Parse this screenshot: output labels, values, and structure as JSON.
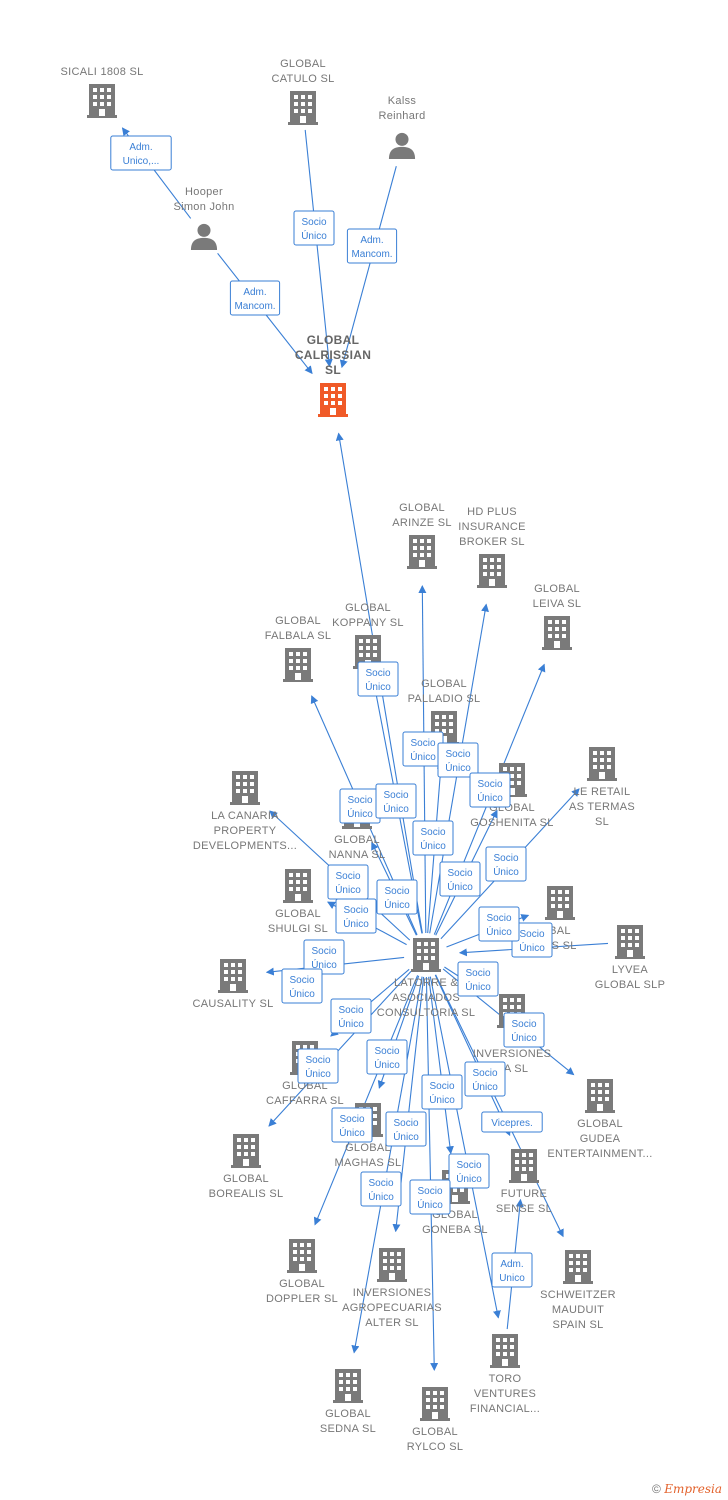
{
  "colors": {
    "edge": "#3a7fd5",
    "building": "#7a7a7a",
    "focus_building": "#f05a28",
    "label": "#777777"
  },
  "nodes": [
    {
      "id": "sicali",
      "type": "company",
      "lines": [
        "SICALI 1808 SL"
      ]
    },
    {
      "id": "catulo",
      "type": "company",
      "lines": [
        "GLOBAL",
        "CATULO  SL"
      ]
    },
    {
      "id": "kalss",
      "type": "person",
      "lines": [
        "Kalss",
        "Reinhard"
      ]
    },
    {
      "id": "hooper",
      "type": "person",
      "lines": [
        "Hooper",
        "Simon John"
      ]
    },
    {
      "id": "calrissian",
      "type": "focus",
      "lines": [
        "GLOBAL",
        "CALRISSIAN",
        "SL"
      ]
    },
    {
      "id": "arinze",
      "type": "company",
      "lines": [
        "GLOBAL",
        "ARINZE  SL"
      ]
    },
    {
      "id": "hdplus",
      "type": "company",
      "lines": [
        "HD PLUS",
        "INSURANCE",
        "BROKER  SL"
      ]
    },
    {
      "id": "leiva",
      "type": "company",
      "lines": [
        "GLOBAL",
        "LEIVA  SL"
      ]
    },
    {
      "id": "falbala",
      "type": "company",
      "lines": [
        "GLOBAL",
        "FALBALA  SL"
      ]
    },
    {
      "id": "koppany",
      "type": "company",
      "lines": [
        "GLOBAL",
        "KOPPANY  SL"
      ]
    },
    {
      "id": "palladio",
      "type": "company",
      "lines": [
        "GLOBAL",
        "PALLADIO  SL"
      ]
    },
    {
      "id": "leretail",
      "type": "company",
      "lines": [
        "LE RETAIL",
        "AS TERMAS",
        "SL"
      ]
    },
    {
      "id": "lacanaria",
      "type": "company",
      "lines": [
        "LA CANARIA",
        "PROPERTY",
        "DEVELOPMENTS..."
      ]
    },
    {
      "id": "goshenita",
      "type": "company",
      "lines": [
        "GLOBAL",
        "GOSHENITA  SL"
      ]
    },
    {
      "id": "nanna",
      "type": "company",
      "lines": [
        "GLOBAL",
        "NANNA  SL"
      ]
    },
    {
      "id": "shulgi",
      "type": "company",
      "lines": [
        "GLOBAL",
        "SHULGI  SL"
      ]
    },
    {
      "id": "ns",
      "type": "company",
      "lines": [
        "BAL",
        "NS  SL"
      ]
    },
    {
      "id": "lyvea",
      "type": "company",
      "lines": [
        "LYVEA",
        "GLOBAL  SLP"
      ]
    },
    {
      "id": "latorre",
      "type": "company",
      "lines": [
        "LATORRE &",
        "ASOCIADOS",
        "CONSULTORIA SL"
      ]
    },
    {
      "id": "causality",
      "type": "company",
      "lines": [
        "CAUSALITY  SL"
      ]
    },
    {
      "id": "inversiones_re",
      "type": "company",
      "lines": [
        "RE",
        "INVERSIONES",
        "ÑA  SL"
      ]
    },
    {
      "id": "caffarra",
      "type": "company",
      "lines": [
        "GLOBAL",
        "CAFFARRA  SL"
      ]
    },
    {
      "id": "gudea",
      "type": "company",
      "lines": [
        "GLOBAL",
        "GUDEA",
        "ENTERTAINMENT..."
      ]
    },
    {
      "id": "borealis",
      "type": "company",
      "lines": [
        "GLOBAL",
        "BOREALIS  SL"
      ]
    },
    {
      "id": "maghas",
      "type": "company",
      "lines": [
        "GLOBAL",
        "MAGHAS  SL"
      ]
    },
    {
      "id": "future",
      "type": "company",
      "lines": [
        "FUTURE",
        "SENSE  SL"
      ]
    },
    {
      "id": "goneba",
      "type": "company",
      "lines": [
        "GLOBAL",
        "GONEBA  SL"
      ]
    },
    {
      "id": "doppler",
      "type": "company",
      "lines": [
        "GLOBAL",
        "DOPPLER  SL"
      ]
    },
    {
      "id": "alter",
      "type": "company",
      "lines": [
        "INVERSIONES",
        "AGROPECUARIAS",
        "ALTER  SL"
      ]
    },
    {
      "id": "schweitzer",
      "type": "company",
      "lines": [
        "SCHWEITZER",
        "MAUDUIT",
        "SPAIN SL"
      ]
    },
    {
      "id": "toro",
      "type": "company",
      "lines": [
        "TORO",
        "VENTURES",
        "FINANCIAL..."
      ]
    },
    {
      "id": "sedna",
      "type": "company",
      "lines": [
        "GLOBAL",
        "SEDNA  SL"
      ]
    },
    {
      "id": "rylco",
      "type": "company",
      "lines": [
        "GLOBAL",
        "RYLCO  SL"
      ]
    }
  ],
  "edges": [
    {
      "from": "hooper",
      "to": "sicali",
      "label": [
        "Adm.",
        "Unico,..."
      ]
    },
    {
      "from": "catulo",
      "to": "calrissian",
      "label": [
        "Socio",
        "Único"
      ]
    },
    {
      "from": "kalss",
      "to": "calrissian",
      "label": [
        "Adm.",
        "Mancom."
      ]
    },
    {
      "from": "hooper",
      "to": "calrissian",
      "label": [
        "Adm.",
        "Mancom."
      ]
    },
    {
      "from": "latorre",
      "to": "calrissian",
      "label": []
    },
    {
      "from": "latorre",
      "to": "koppany",
      "label": [
        "Socio",
        "Único"
      ]
    },
    {
      "from": "latorre",
      "to": "arinze",
      "label": [
        "Socio",
        "Único"
      ]
    },
    {
      "from": "latorre",
      "to": "hdplus",
      "label": [
        "Socio",
        "Único"
      ]
    },
    {
      "from": "latorre",
      "to": "leiva",
      "label": [
        "Socio",
        "Único"
      ]
    },
    {
      "from": "latorre",
      "to": "falbala",
      "label": [
        "Socio",
        "Único"
      ]
    },
    {
      "from": "latorre",
      "to": "palladio",
      "label": [
        "Socio",
        "Único"
      ]
    },
    {
      "from": "latorre",
      "to": "leretail",
      "label": [
        "Socio",
        "Único"
      ]
    },
    {
      "from": "latorre",
      "to": "lacanaria",
      "label": [
        "Socio",
        "Único"
      ]
    },
    {
      "from": "latorre",
      "to": "goshenita",
      "label": [
        "Socio",
        "Único"
      ]
    },
    {
      "from": "latorre",
      "to": "nanna",
      "label": [
        "Socio",
        "Único"
      ]
    },
    {
      "from": "latorre",
      "to": "shulgi",
      "label": [
        "Socio",
        "Único"
      ]
    },
    {
      "from": "latorre",
      "to": "ns",
      "label": [
        "Socio",
        "Único"
      ]
    },
    {
      "from": "lyvea",
      "to": "latorre",
      "label": [
        "Socio",
        "Único"
      ]
    },
    {
      "from": "latorre",
      "to": "causality",
      "label": [
        "Socio",
        "Único"
      ]
    },
    {
      "from": "latorre",
      "to": "inversiones_re",
      "label": [
        "Socio",
        "Único"
      ]
    },
    {
      "from": "latorre",
      "to": "caffarra",
      "label": [
        "Socio",
        "Único"
      ]
    },
    {
      "from": "latorre",
      "to": "gudea",
      "label": [
        "Socio",
        "Único"
      ]
    },
    {
      "from": "latorre",
      "to": "borealis",
      "label": [
        "Socio",
        "Único"
      ]
    },
    {
      "from": "latorre",
      "to": "maghas",
      "label": [
        "Socio",
        "Único"
      ]
    },
    {
      "from": "latorre",
      "to": "future",
      "label": [
        "Vicepres."
      ]
    },
    {
      "from": "latorre",
      "to": "goneba",
      "label": [
        "Socio",
        "Único"
      ]
    },
    {
      "from": "latorre",
      "to": "doppler",
      "label": [
        "Socio",
        "Único"
      ]
    },
    {
      "from": "latorre",
      "to": "alter",
      "label": [
        "Socio",
        "Único"
      ]
    },
    {
      "from": "latorre",
      "to": "schweitzer",
      "label": [
        "Socio",
        "Único"
      ]
    },
    {
      "from": "toro",
      "to": "future",
      "label": [
        "Adm.",
        "Unico"
      ]
    },
    {
      "from": "latorre",
      "to": "toro",
      "label": [
        "Socio",
        "Único"
      ]
    },
    {
      "from": "latorre",
      "to": "sedna",
      "label": [
        "Socio",
        "Único"
      ]
    },
    {
      "from": "latorre",
      "to": "rylco",
      "label": [
        "Socio",
        "Único"
      ]
    }
  ],
  "footer": {
    "copyright": "©",
    "brand": "Empresia"
  }
}
